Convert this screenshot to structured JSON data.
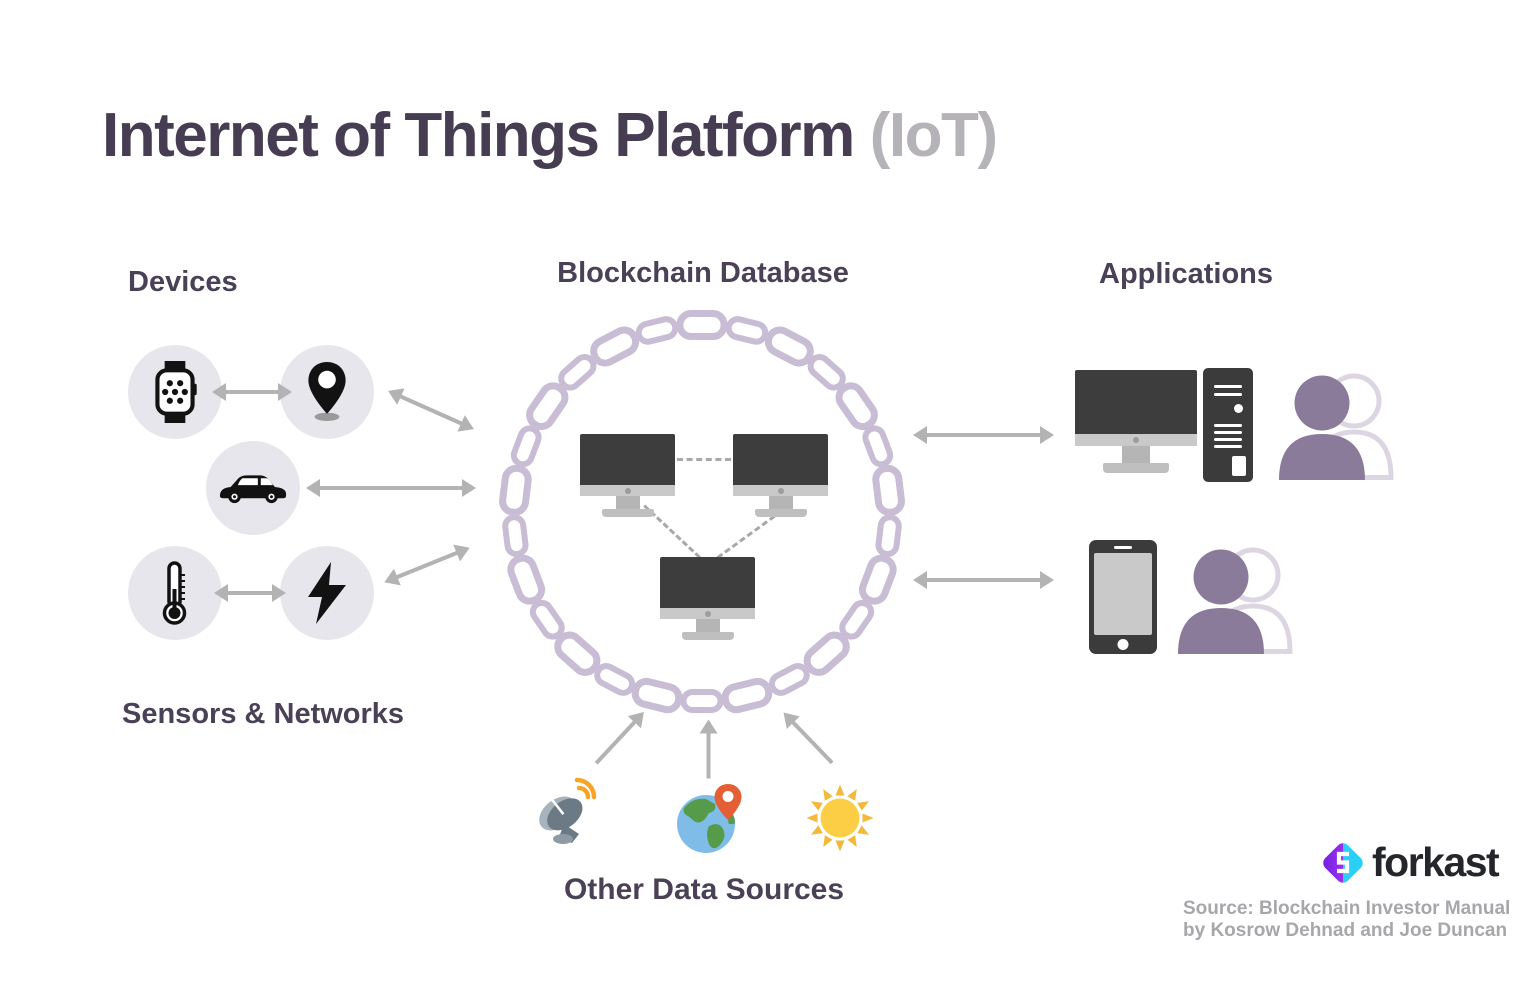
{
  "title": {
    "main": "Internet of Things Platform",
    "suffix": "(IoT)"
  },
  "sections": {
    "devices": "Devices",
    "sensors_networks": "Sensors & Networks",
    "blockchain": "Blockchain Database",
    "applications": "Applications",
    "other_sources": "Other Data Sources"
  },
  "devices": {
    "items": [
      {
        "icon": "smartwatch-icon"
      },
      {
        "icon": "location-pin-icon"
      },
      {
        "icon": "car-icon"
      },
      {
        "icon": "thermometer-icon"
      },
      {
        "icon": "lightning-bolt-icon"
      }
    ]
  },
  "blockchain": {
    "node_count": 3,
    "node_icon": "computer-monitor-icon",
    "ring_icon": "chain-ring-icon"
  },
  "applications": {
    "items": [
      {
        "icons": [
          "desktop-computer-icon",
          "computer-tower-icon",
          "user-icon"
        ]
      },
      {
        "icons": [
          "smartphone-icon",
          "user-icon"
        ]
      }
    ]
  },
  "other_sources": {
    "items": [
      {
        "icon": "satellite-dish-icon"
      },
      {
        "icon": "globe-location-icon"
      },
      {
        "icon": "sun-icon"
      }
    ]
  },
  "footer": {
    "logo_text": "forkast",
    "source_line1": "Source: Blockchain Investor Manual",
    "source_line2": "by Kosrow Dehnad and Joe Duncan"
  },
  "colors": {
    "title": "#463d53",
    "title_suffix": "#b5b2b8",
    "heading": "#4a4157",
    "chain": "#c8bdd4",
    "person": "#8b7b9b",
    "person_outline": "#dcd6e2",
    "arrow": "#b3b3b3",
    "device_circle_bg": "#e8e6ed",
    "device_dark": "#3b3b3b",
    "source_text": "#a9a6ab",
    "logo_purple": "#8a2cf0",
    "logo_cyan": "#2bd0f8",
    "sun": "#fbce45",
    "globe_ocean": "#7fbde8",
    "globe_land": "#559b4a",
    "pin_orange": "#e45f35",
    "satellite_slate": "#6c7a85",
    "signal_orange": "#f7a428"
  }
}
